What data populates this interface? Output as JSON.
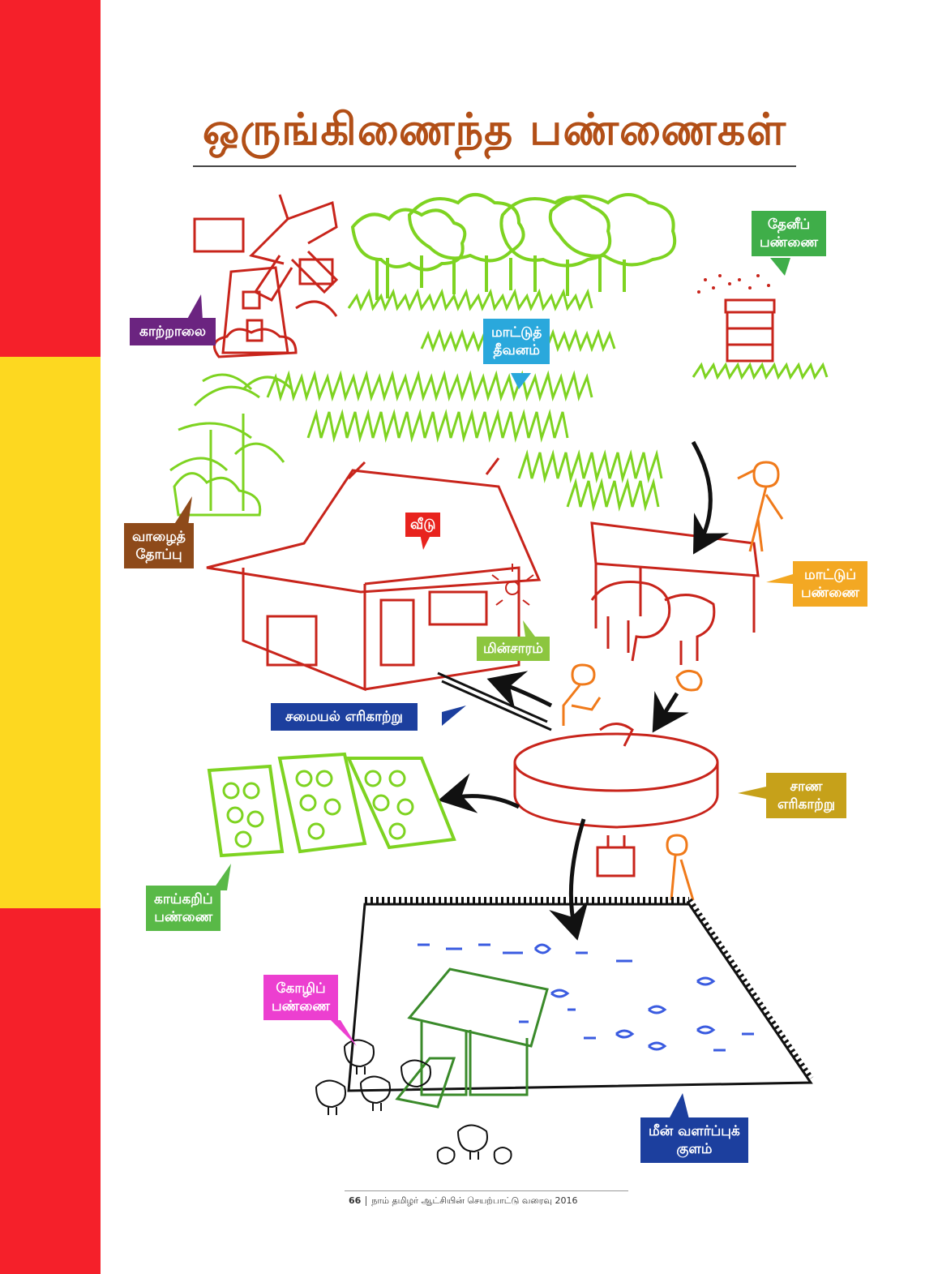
{
  "page": {
    "title": "ஒருங்கிணைந்த பண்ணைகள்",
    "footer": {
      "page_number": "66",
      "text": "நாம் தமிழர் ஆட்சியின் செயற்பாட்டு வரைவு 2016"
    }
  },
  "colors": {
    "band_top": "#f5202a",
    "band_middle": "#fdd820",
    "band_bottom": "#f5202a",
    "title": "#b24f17",
    "green_art": "#7ed321",
    "red_art": "#c8241b",
    "orange_art": "#f07a1a",
    "blue_art": "#3a5be0"
  },
  "labels": {
    "windmill": {
      "lines": [
        "காற்றாலை"
      ],
      "color": "#6b2480",
      "icon": "windmill-icon"
    },
    "beekeeping": {
      "lines": [
        "தேனீப்",
        "பண்ணை"
      ],
      "color": "#3fae49",
      "icon": "beehive-icon"
    },
    "fodder": {
      "lines": [
        "மாட்டுத்",
        "தீவனம்"
      ],
      "color": "#2aa8dc",
      "icon": "grass-icon"
    },
    "banana": {
      "lines": [
        "வாழைத்",
        "தோப்பு"
      ],
      "color": "#8e4a1a",
      "icon": "banana-tree-icon"
    },
    "house": {
      "lines": [
        "வீடு"
      ],
      "color": "#e8231e",
      "icon": "house-icon"
    },
    "cattle": {
      "lines": [
        "மாட்டுப்",
        "பண்ணை"
      ],
      "color": "#f3a823",
      "icon": "cow-shed-icon"
    },
    "electricity": {
      "lines": [
        "மின்சாரம்"
      ],
      "color": "#8cc63f",
      "icon": "bulb-icon"
    },
    "cooking_gas": {
      "lines": [
        "சமையல் எரிகாற்று"
      ],
      "color": "#1c3f9e",
      "icon": "gas-pipe-icon"
    },
    "dung_gas": {
      "lines": [
        "சாண",
        "எரிகாற்று"
      ],
      "color": "#c6a11a",
      "icon": "biogas-tank-icon"
    },
    "vegetable": {
      "lines": [
        "காய்கறிப்",
        "பண்ணை"
      ],
      "color": "#59b947",
      "icon": "vegetable-bed-icon"
    },
    "poultry": {
      "lines": [
        "கோழிப்",
        "பண்ணை"
      ],
      "color": "#ec3fd0",
      "icon": "chicken-coop-icon"
    },
    "fish_pond": {
      "lines": [
        "மீன் வளர்ப்புக்",
        "குளம்"
      ],
      "color": "#1c3f9e",
      "icon": "fish-pond-icon"
    }
  }
}
